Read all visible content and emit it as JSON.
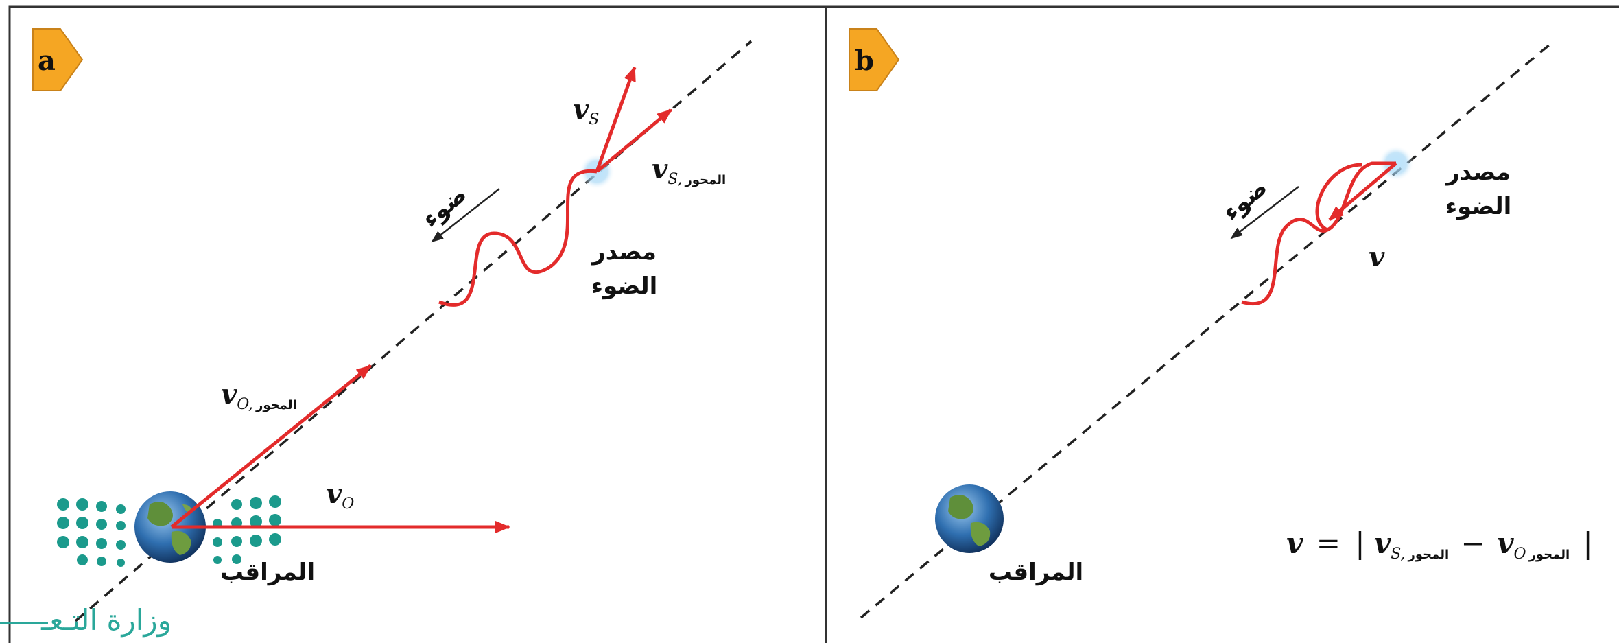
{
  "panel_a": {
    "label": "a",
    "light_label": "ضوء",
    "source_line1": "مصدر",
    "source_line2": "الضوء",
    "observer": "المراقب",
    "v_s": "v",
    "v_s_sub": "S",
    "v_s_axis": "v",
    "v_s_axis_sub": "S,",
    "v_s_axis_ar": "المحور",
    "v_o_axis": "v",
    "v_o_axis_sub": "O,",
    "v_o_axis_ar": "المحور",
    "v_o": "v",
    "v_o_sub": "O"
  },
  "panel_b": {
    "label": "b",
    "light_label": "ضوء",
    "source_line1": "مصدر",
    "source_line2": "الضوء",
    "observer": "المراقب",
    "v": "v",
    "formula": {
      "lhs": "v",
      "eq": "=",
      "bar": "|",
      "t1": "v",
      "t1_sub": "S,",
      "t1_ar": "المحور",
      "minus": "−",
      "t2": "v",
      "t2_sub": "O",
      "t2_ar": "المحور"
    }
  },
  "watermark": "وزارة التـعـ",
  "colors": {
    "arrow": "#e32b2b",
    "badge": "#f5a623",
    "frame": "#333333",
    "dots": "#1b9a8c"
  }
}
